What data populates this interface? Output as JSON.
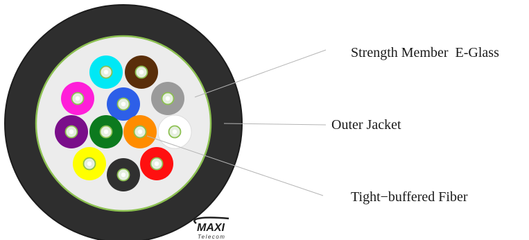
{
  "labels": {
    "strength_member": "Strength Member  E-Glass",
    "outer_jacket": "Outer Jacket",
    "tight_buffered_fiber": "Tight−buffered Fiber"
  },
  "logo": {
    "main": "MAXI",
    "sub": "Telecom"
  },
  "colors": {
    "jacket": "#2e2e2e",
    "jacket_edge": "#1c1c1c",
    "strength_ring": "#8cc051",
    "core_fill": "#ececec",
    "leader_line": "#b5b5b5",
    "core_inner": "#ffffff",
    "core_ring": "#8cc051"
  },
  "fibers": [
    {
      "color": "#00e8f5",
      "name": "aqua"
    },
    {
      "color": "#5a2e0a",
      "name": "brown"
    },
    {
      "color": "#ff1ed9",
      "name": "rose"
    },
    {
      "color": "#2d5fe8",
      "name": "blue"
    },
    {
      "color": "#9a9a9a",
      "name": "slate"
    },
    {
      "color": "#7a0e8a",
      "name": "violet"
    },
    {
      "color": "#0c7a1e",
      "name": "green"
    },
    {
      "color": "#ff8c00",
      "name": "orange"
    },
    {
      "color": "#ffffff",
      "name": "white"
    },
    {
      "color": "#ffff00",
      "name": "yellow"
    },
    {
      "color": "#303030",
      "name": "black"
    },
    {
      "color": "#ff1010",
      "name": "red"
    }
  ]
}
